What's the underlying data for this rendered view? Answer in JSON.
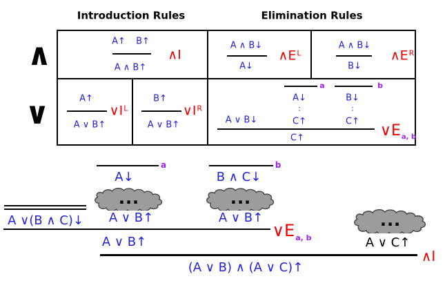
{
  "colors": {
    "formula_blue": "#2222dd",
    "rule_red": "#ee0000",
    "hypothesis_purple": "#a020f0",
    "cloud_gray": "#9c9c9c",
    "cloud_border": "#4a4a4a",
    "text_black": "#000000"
  },
  "headers": {
    "introduction": "Introduction Rules",
    "elimination": "Elimination Rules"
  },
  "row_labels": {
    "and": "∧",
    "or": "∨"
  },
  "rules": {
    "and_intro": {
      "premise_left": "A↑",
      "premise_right": "B↑",
      "conclusion": "A ∧ B↑",
      "name": "∧I"
    },
    "and_elim_left": {
      "premise": "A ∧ B↓",
      "conclusion": "A↓",
      "name": "∧E",
      "sup": "L"
    },
    "and_elim_right": {
      "premise": "A ∧ B↓",
      "conclusion": "B↓",
      "name": "∧E",
      "sup": "R"
    },
    "or_intro_left": {
      "premise": "A↑",
      "conclusion": "A ∨ B↑",
      "name": "∨I",
      "sup": "L"
    },
    "or_intro_right": {
      "premise": "B↑",
      "conclusion": "A ∨ B↑",
      "name": "∨I",
      "sup": "R"
    },
    "or_elim": {
      "hyp_a_tag": "a",
      "hyp_b_tag": "b",
      "assumption_a": "A↓",
      "assumption_b": "B↓",
      "dots_a": ":",
      "dots_b": ":",
      "derived_a": "C↑",
      "derived_b": "C↑",
      "major_premise": "A ∨ B↓",
      "conclusion": "C↑",
      "name": "∨E",
      "sub": "a, b"
    }
  },
  "example": {
    "hyp_a_tag": "a",
    "hyp_b_tag": "b",
    "assumption_a": "A↓",
    "assumption_b": "B ∧ C↓",
    "cloud_dots_a": "...",
    "cloud_dots_b": "...",
    "cloud_dots_c": "...",
    "derived_a": "A ∨ B↑",
    "derived_b": "A ∨ B↑",
    "premise": "A ∨(B ∧ C)↓",
    "or_elim_result": "A ∨ B↑",
    "or_elim_name": "∨E",
    "or_elim_sub": "a, b",
    "side_formula": "A ∨ C↑",
    "and_intro_name": "∧I",
    "conclusion": "(A ∨ B) ∧ (A ∨ C)↑"
  }
}
